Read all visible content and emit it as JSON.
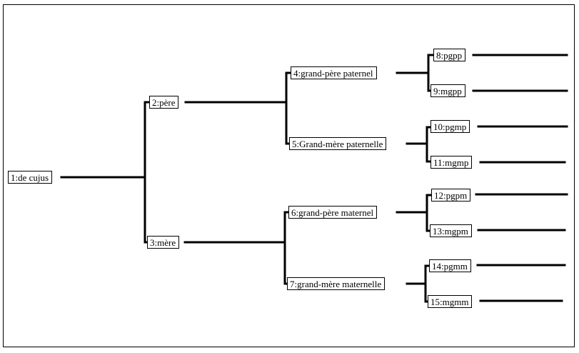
{
  "nodes": [
    {
      "id": 1,
      "label": "1:de cujus"
    },
    {
      "id": 2,
      "label": "2:père"
    },
    {
      "id": 3,
      "label": "3:mère"
    },
    {
      "id": 4,
      "label": "4:grand-père paternel"
    },
    {
      "id": 5,
      "label": "5:Grand-mère paternelle"
    },
    {
      "id": 6,
      "label": "6:grand-père maternel"
    },
    {
      "id": 7,
      "label": "7:grand-mère maternelle"
    },
    {
      "id": 8,
      "label": "8:pgpp"
    },
    {
      "id": 9,
      "label": "9:mgpp"
    },
    {
      "id": 10,
      "label": "10:pgmp"
    },
    {
      "id": 11,
      "label": "11:mgmp"
    },
    {
      "id": 12,
      "label": "12:pgpm"
    },
    {
      "id": 13,
      "label": "13:mgpm"
    },
    {
      "id": 14,
      "label": "14:pgmm"
    },
    {
      "id": 15,
      "label": "15:mgmm"
    }
  ]
}
